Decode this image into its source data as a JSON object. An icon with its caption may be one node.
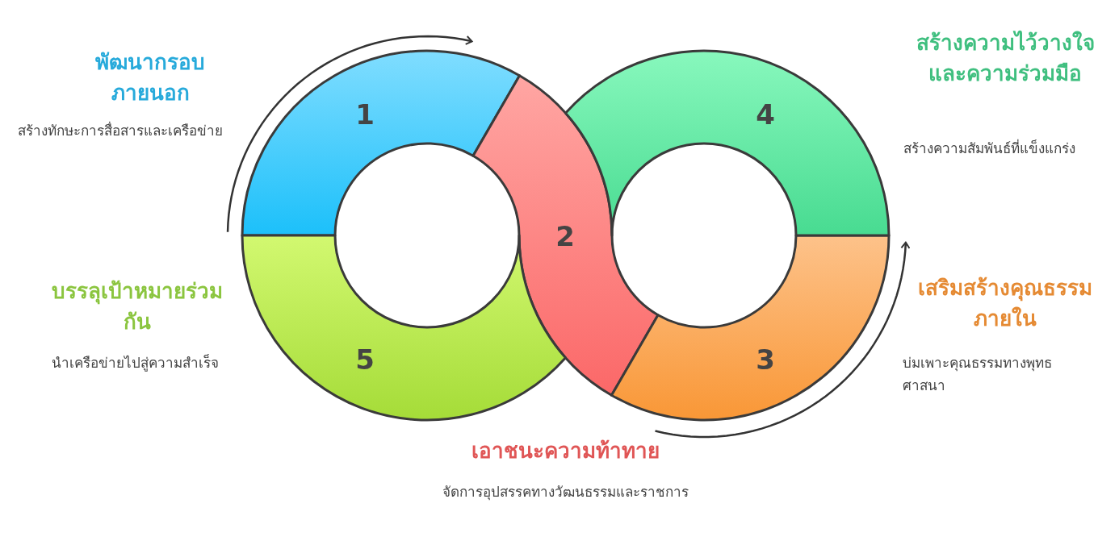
{
  "diagram": {
    "nodes": [
      {
        "text": [
          "1"
        ],
        "beside": [
          "พัฒนากรอบภายนอก",
          "สร้างทักษะการสื่อสารและเครือข่าย"
        ]
      },
      {
        "text": [
          "2"
        ],
        "beside": [
          "เอาชนะความท้าทาย",
          "จัดการอุปสรรคทางวัฒนธรรมและราชการ"
        ]
      },
      {
        "text": [
          "3"
        ],
        "beside": [
          "เสริมสร้างคุณธรรมภายใน",
          "บ่มเพาะคุณธรรมทางพุทธศาสนา"
        ]
      },
      {
        "text": [
          "4"
        ],
        "beside": [
          "สร้างความไว้วางใจและความร่วมมือ",
          "สร้างความสัมพันธ์ที่แข็งแกร่ง"
        ]
      },
      {
        "text": [
          "5"
        ],
        "beside": [
          "บรรลุเป้าหมายร่วมกัน",
          "นำเครือข่ายไปสู่ความสำเร็จ"
        ]
      }
    ],
    "edges": []
  }
}
